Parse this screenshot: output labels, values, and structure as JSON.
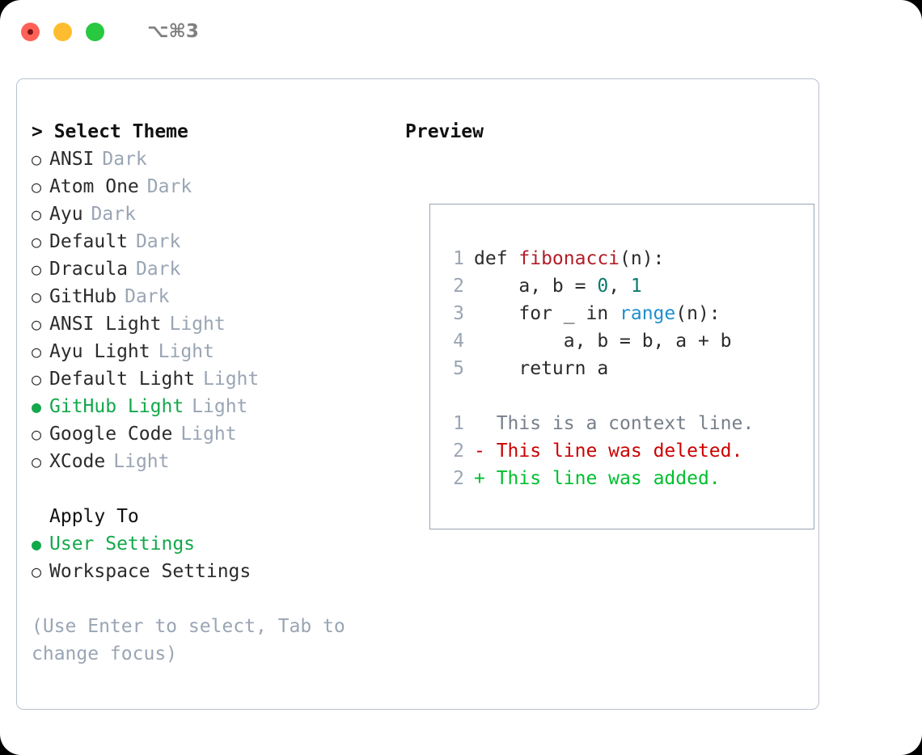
{
  "titlebar": {
    "shortcut": "⌥⌘3",
    "buttons": [
      "close",
      "minimize",
      "maximize"
    ]
  },
  "theme_picker": {
    "heading": "> Select Theme",
    "items": [
      {
        "bullet": "○",
        "name": "ANSI",
        "tag": "Dark",
        "selected": false
      },
      {
        "bullet": "○",
        "name": "Atom One",
        "tag": "Dark",
        "selected": false
      },
      {
        "bullet": "○",
        "name": "Ayu",
        "tag": "Dark",
        "selected": false
      },
      {
        "bullet": "○",
        "name": "Default",
        "tag": "Dark",
        "selected": false
      },
      {
        "bullet": "○",
        "name": "Dracula",
        "tag": "Dark",
        "selected": false
      },
      {
        "bullet": "○",
        "name": "GitHub",
        "tag": "Dark",
        "selected": false
      },
      {
        "bullet": "○",
        "name": "ANSI Light",
        "tag": "Light",
        "selected": false
      },
      {
        "bullet": "○",
        "name": "Ayu Light",
        "tag": "Light",
        "selected": false
      },
      {
        "bullet": "○",
        "name": "Default Light",
        "tag": "Light",
        "selected": false
      },
      {
        "bullet": "●",
        "name": "GitHub Light",
        "tag": "Light",
        "selected": true
      },
      {
        "bullet": "○",
        "name": "Google Code",
        "tag": "Light",
        "selected": false
      },
      {
        "bullet": "○",
        "name": "XCode",
        "tag": "Light",
        "selected": false
      }
    ]
  },
  "apply_to": {
    "heading": "Apply To",
    "items": [
      {
        "bullet": "●",
        "name": "User Settings",
        "selected": true
      },
      {
        "bullet": "○",
        "name": "Workspace Settings",
        "selected": false
      }
    ]
  },
  "hint": "(Use Enter to select, Tab to change focus)",
  "preview": {
    "heading": "Preview",
    "code_lines": [
      {
        "no": "1",
        "segments": [
          {
            "text": "def ",
            "cls": "code-text"
          },
          {
            "text": "fibonacci",
            "cls": "tok-fn"
          },
          {
            "text": "(n):",
            "cls": "code-text"
          }
        ]
      },
      {
        "no": "2",
        "segments": [
          {
            "text": "    a, b = ",
            "cls": "code-text"
          },
          {
            "text": "0",
            "cls": "tok-num"
          },
          {
            "text": ", ",
            "cls": "code-text"
          },
          {
            "text": "1",
            "cls": "tok-num"
          }
        ]
      },
      {
        "no": "3",
        "segments": [
          {
            "text": "    for _ in ",
            "cls": "code-text"
          },
          {
            "text": "range",
            "cls": "tok-kw"
          },
          {
            "text": "(n):",
            "cls": "code-text"
          }
        ]
      },
      {
        "no": "4",
        "segments": [
          {
            "text": "        a, b = b, a + b",
            "cls": "code-text"
          }
        ]
      },
      {
        "no": "5",
        "segments": [
          {
            "text": "    return a",
            "cls": "code-text"
          }
        ]
      }
    ],
    "diff_lines": [
      {
        "no": "1",
        "marker": " ",
        "text": " This is a context line.",
        "cls": "diff-ctx"
      },
      {
        "no": "2",
        "marker": "-",
        "text": " This line was deleted.",
        "cls": "diff-del"
      },
      {
        "no": "2",
        "marker": "+",
        "text": " This line was added.",
        "cls": "diff-add"
      }
    ]
  },
  "colors": {
    "accent_green": "#13a84b",
    "muted": "#9aa5b4",
    "border": "#b9c2cf",
    "diff_add": "#00bf2f",
    "diff_del": "#cc0000",
    "token_function": "#b31d28",
    "token_number": "#0b7a6e",
    "token_keyword": "#1f8fce"
  }
}
